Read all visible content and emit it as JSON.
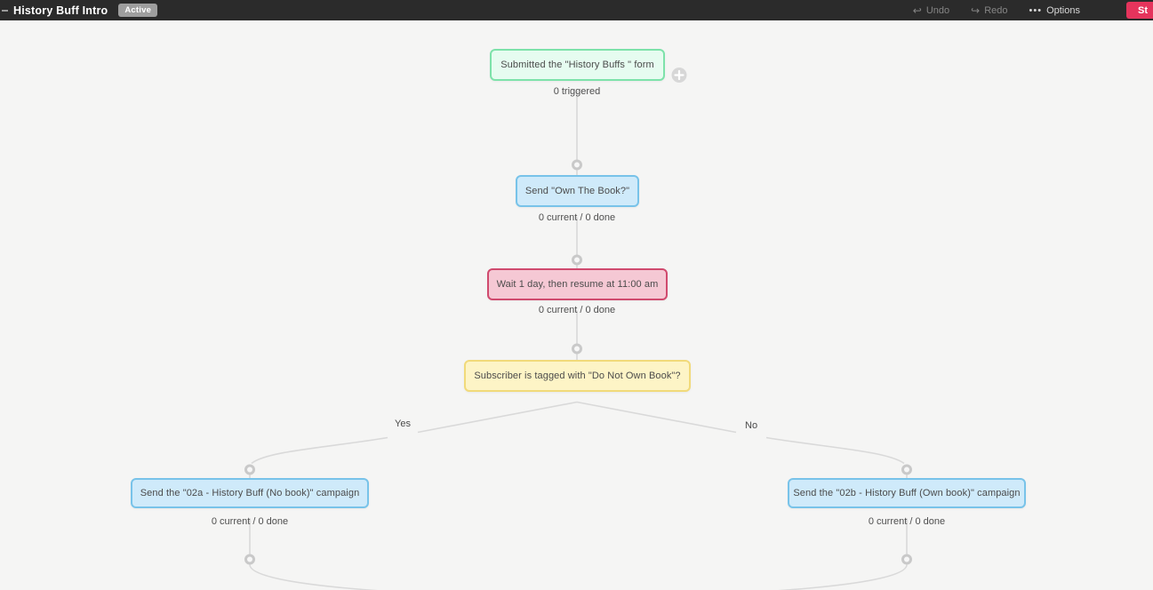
{
  "topbar": {
    "title": "History Buff Intro",
    "status_badge": "Active",
    "undo": "Undo",
    "redo": "Redo",
    "options_dots": "•••",
    "options": "Options",
    "stop": "St"
  },
  "flow": {
    "trigger": {
      "label": "Submitted the \"History Buffs \" form",
      "stat": "0 triggered"
    },
    "send_email": {
      "label": "Send \"Own The Book?\"",
      "stat": "0 current / 0 done"
    },
    "delay": {
      "label": "Wait 1 day, then resume at 11:00 am",
      "stat": "0 current / 0 done"
    },
    "condition": {
      "label": "Subscriber is tagged with \"Do Not Own Book\"?",
      "yes": "Yes",
      "no": "No"
    },
    "campaign_no_book": {
      "label": "Send the \"02a - History Buff (No book)\" campaign",
      "stat": "0 current / 0 done"
    },
    "campaign_own_book": {
      "label": "Send the \"02b - History Buff (Own book)\" campaign",
      "stat": "0 current / 0 done"
    }
  },
  "colors": {
    "topbar_bg": "#2b2b2b",
    "canvas_bg": "#f5f5f4",
    "accent_red": "#e5345c",
    "trigger_green_border": "#7de2aa",
    "trigger_green_bg": "#e6fcf0",
    "email_blue_border": "#78c3e9",
    "email_blue_bg": "#cfeafa",
    "delay_red_border": "#d04a6e",
    "delay_red_bg": "#f5c8d4",
    "condition_yellow_border": "#f1da7a",
    "condition_yellow_bg": "#fdf4c6",
    "connector_line": "#d9d9d9"
  }
}
